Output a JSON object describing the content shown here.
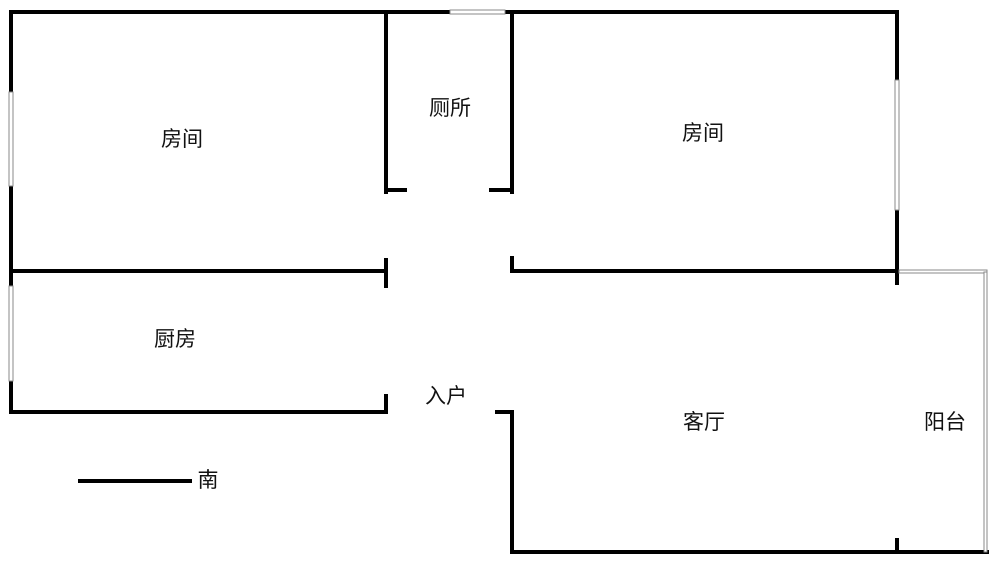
{
  "rooms": {
    "bedroom_left": "房间",
    "toilet": "厕所",
    "bedroom_right": "房间",
    "kitchen": "厨房",
    "entrance": "入户",
    "living_room": "客厅",
    "balcony": "阳台"
  },
  "compass": {
    "direction_label": "南"
  },
  "colors": {
    "wall": "#000000",
    "window": "#999999",
    "background": "#ffffff"
  }
}
